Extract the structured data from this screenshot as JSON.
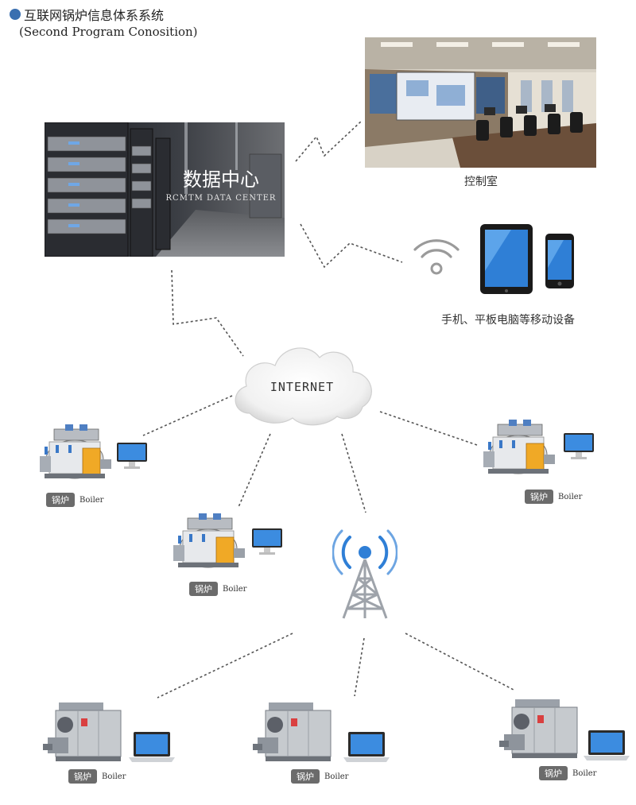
{
  "header": {
    "title": "互联网锅炉信息体系系统",
    "subtitle": "(Second Program Conosition)"
  },
  "data_center": {
    "label_cn": "数据中心",
    "label_en": "RCMTM DATA CENTER"
  },
  "control_room": {
    "caption": "控制室"
  },
  "mobile": {
    "caption": "手机、平板电脑等移动设备"
  },
  "internet": {
    "label": "INTERNET"
  },
  "boiler_tag": {
    "cn": "锅炉",
    "en": "Boiler"
  },
  "colors": {
    "accent_blue": "#3a6fb0",
    "tag_gray": "#6b6b6b",
    "link_line": "#555555",
    "signal_blue": "#2f7fd6"
  }
}
